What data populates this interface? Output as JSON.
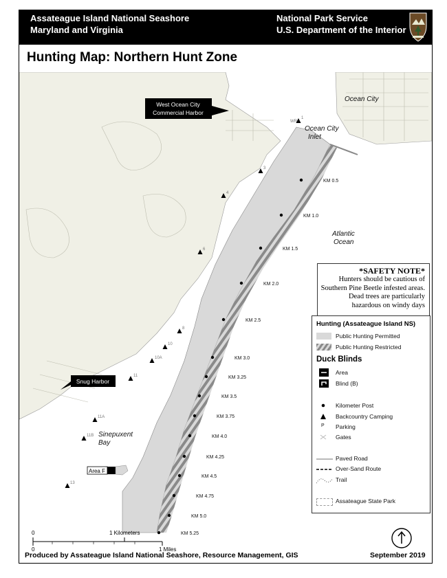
{
  "header": {
    "left_line1": "Assateague Island National Seashore",
    "left_line2": "Maryland and Virginia",
    "right_line1": "National Park Service",
    "right_line2": "U.S. Department of the Interior"
  },
  "title": "Hunting Map: Northern Hunt Zone",
  "place_labels": {
    "west_ocean_city_1": "West Ocean City",
    "west_ocean_city_2": "Commercial Harbor",
    "snug_harbor": "Snug Harbor",
    "ocean_city": "Ocean City",
    "ocean_city_inlet_1": "Ocean City",
    "ocean_city_inlet_2": "Inlet",
    "atlantic_1": "Atlantic",
    "atlantic_2": "Ocean",
    "sinepuxent_1": "Sinepuxent",
    "sinepuxent_2": "Bay",
    "area_f": "Area F",
    "wr": "WR"
  },
  "km_posts": [
    "KM 0.5",
    "KM 1.0",
    "KM 1.5",
    "KM 2.0",
    "KM 2.5",
    "KM 3.0",
    "KM 3.25",
    "KM 3.5",
    "KM 3.75",
    "KM 4.0",
    "KM 4.25",
    "KM 4.5",
    "KM 4.75",
    "KM 5.0",
    "KM 5.25"
  ],
  "camp_labels": [
    "1",
    "3",
    "4",
    "6",
    "8",
    "10",
    "10A",
    "11",
    "11A",
    "11B",
    "13"
  ],
  "safety": {
    "title": "*SAFETY NOTE*",
    "line1": "Hunters should be cautious of",
    "line2": "Southern Pine Beetle infested areas.",
    "line3": "Dead trees are particularly",
    "line4": "hazardous on windy days"
  },
  "legend": {
    "heading": "Hunting (Assateague Island NS)",
    "permitted": "Public Hunting Permitted",
    "restricted": "Public Hunting Restricted",
    "duck_heading": "Duck Blinds",
    "area": "Area",
    "blind": "Blind  (B)",
    "km_post": "Kilometer Post",
    "camping": "Backcountry Camping",
    "parking": "Parking",
    "parking_symbol": "P",
    "gates": "Gates",
    "paved": "Paved Road",
    "oversand": "Over-Sand Route",
    "trail": "Trail",
    "state_park": "Assateague State Park"
  },
  "scale": {
    "km_zero": "0",
    "km_label": "1 Kilometers",
    "mi_zero": "0",
    "mi_label": "1 Miles"
  },
  "footer": {
    "left": "Produced by Assateague Island National Seashore, Resource Management, GIS",
    "right": "September 2019"
  },
  "colors": {
    "land": "#f0f0e6",
    "water": "#ffffff",
    "island": "#d9d9d9",
    "restricted_stripe": "#8a8a8a"
  }
}
